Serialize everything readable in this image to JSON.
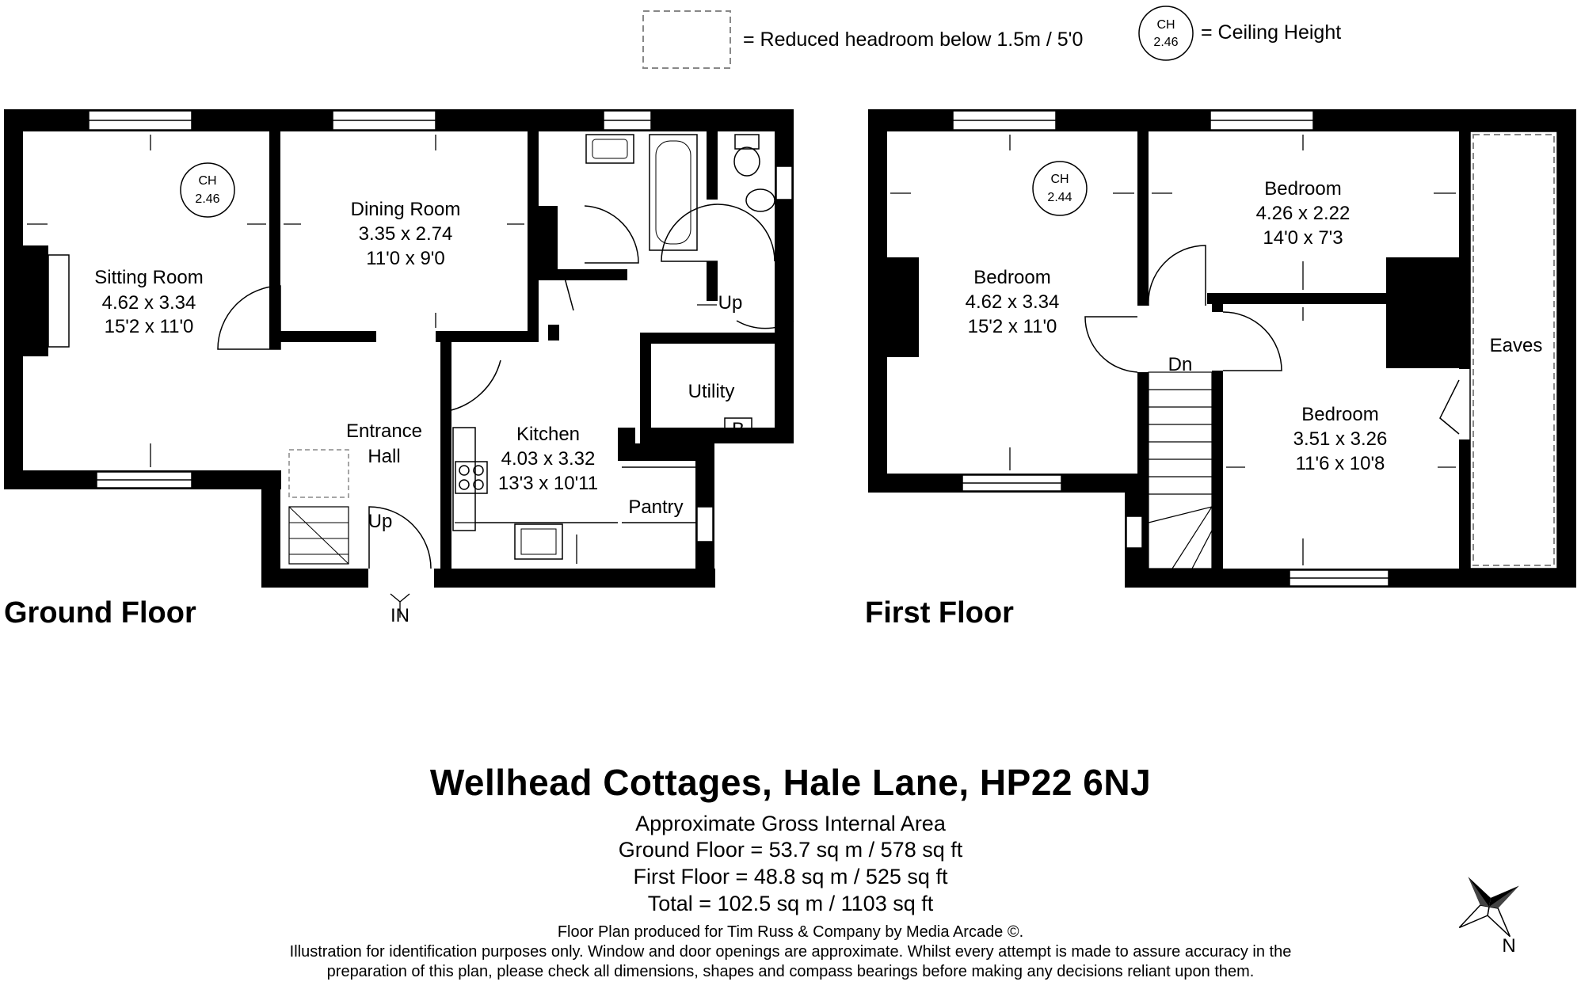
{
  "legend": {
    "reduced_headroom": "= Reduced headroom below 1.5m / 5'0",
    "ch_symbol_top": "CH",
    "ch_symbol_value": "2.46",
    "ceiling_height": "= Ceiling Height"
  },
  "ground_floor": {
    "label": "Ground Floor",
    "entrance": "IN",
    "sitting_room": {
      "name": "Sitting Room",
      "metric": "4.62 x 3.34",
      "imperial": "15'2 x 11'0",
      "ch_label": "CH",
      "ch_value": "2.46"
    },
    "dining_room": {
      "name": "Dining Room",
      "metric": "3.35 x 2.74",
      "imperial": "11'0 x 9'0"
    },
    "kitchen": {
      "name": "Kitchen",
      "metric": "4.03 x 3.32",
      "imperial": "13'3 x 10'11"
    },
    "entrance_hall": {
      "line1": "Entrance",
      "line2": "Hall"
    },
    "utility": "Utility",
    "boiler": "B",
    "pantry": "Pantry",
    "stairs_up": "Up",
    "rear_up": "Up"
  },
  "first_floor": {
    "label": "First Floor",
    "bedroom1": {
      "name": "Bedroom",
      "metric": "4.62 x 3.34",
      "imperial": "15'2 x 11'0",
      "ch_label": "CH",
      "ch_value": "2.44"
    },
    "bedroom2": {
      "name": "Bedroom",
      "metric": "4.26 x 2.22",
      "imperial": "14'0 x 7'3"
    },
    "bedroom3": {
      "name": "Bedroom",
      "metric": "3.51 x 3.26",
      "imperial": "11'6 x 10'8"
    },
    "eaves": "Eaves",
    "stairs_down": "Dn"
  },
  "footer": {
    "title": "Wellhead Cottages, Hale Lane, HP22 6NJ",
    "area_heading": "Approximate Gross Internal Area",
    "ground_area": "Ground Floor = 53.7 sq m / 578 sq ft",
    "first_area": "First Floor = 48.8 sq m / 525 sq ft",
    "total_area": "Total = 102.5 sq m / 1103 sq ft",
    "credit": "Floor Plan produced for Tim Russ & Company by Media Arcade ©.",
    "disclaimer_line1": "Illustration for identification purposes only. Window and door openings are approximate. Whilst every attempt is made to assure accuracy in the",
    "disclaimer_line2": "preparation of this plan, please check all dimensions, shapes and compass bearings before making any decisions reliant upon them."
  },
  "compass": {
    "north": "N"
  }
}
